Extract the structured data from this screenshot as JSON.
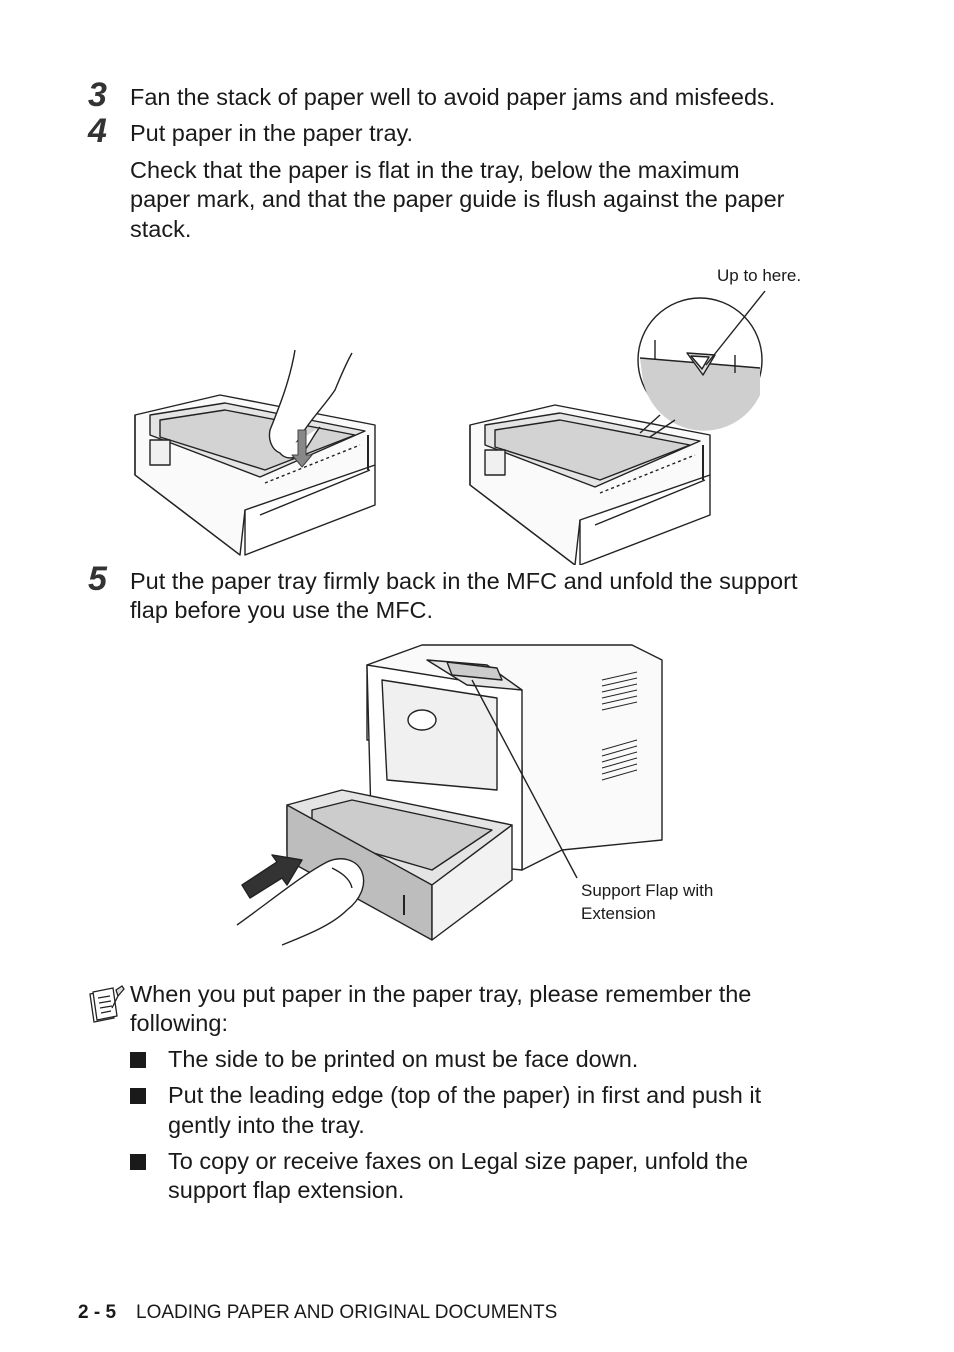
{
  "steps": {
    "step3": {
      "number": "3",
      "text": "Fan the stack of paper well to avoid paper jams and misfeeds."
    },
    "step4": {
      "number": "4",
      "text": "Put paper in the paper tray.",
      "detail_lines": [
        "Check that the paper is flat in the tray, below the maximum",
        "paper mark, and that the paper guide is flush against the paper",
        "stack."
      ]
    },
    "step5": {
      "number": "5",
      "lines": [
        "Put the paper tray firmly back in the MFC and unfold the support",
        "flap before you use the MFC."
      ]
    }
  },
  "figures": {
    "tray_callout": "Up to here.",
    "mfc_callout_lines": [
      "Support Flap with",
      "Extension"
    ]
  },
  "note": {
    "icon": "note-pad-icon",
    "intro_lines": [
      "When you put paper in the paper tray, please remember the",
      "following:"
    ],
    "bullets": [
      {
        "lines": [
          "The side to be printed on must be face down."
        ]
      },
      {
        "lines": [
          "Put the leading edge (top of the paper) in first and push it",
          "gently into the tray."
        ]
      },
      {
        "lines": [
          "To copy or receive faxes on Legal size paper, unfold the",
          "support flap extension."
        ]
      }
    ]
  },
  "footer": {
    "page": "2 - 5",
    "title": "LOADING PAPER AND ORIGINAL DOCUMENTS"
  }
}
